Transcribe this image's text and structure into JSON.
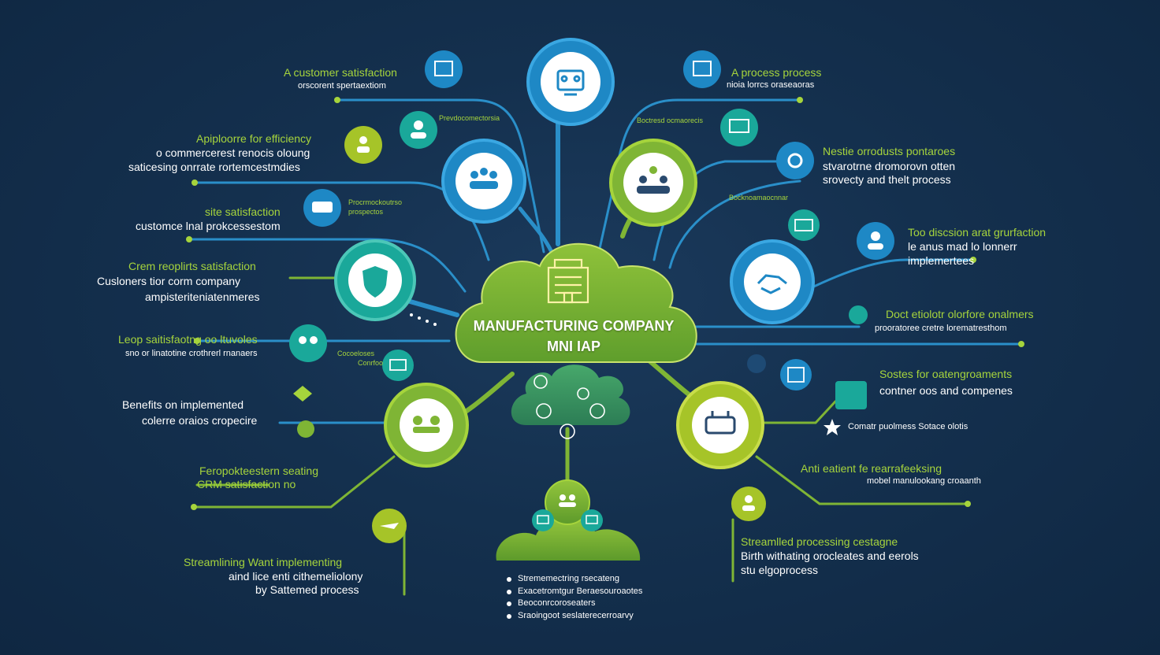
{
  "center": {
    "title": "MANUFACTURING COMPANY",
    "subtitle": "MNI IAP"
  },
  "labels": {
    "tl1_title": "A customer satisfaction",
    "tl1_sub": "orscorent spertaextiom",
    "tl_small1": "Prevdocomectorsia",
    "tl2_title": "Apiploorre for efficiency",
    "tl2_sub1": "o commercerest renocis oloung",
    "tl2_sub2": "saticesing onrrate rortemcestmdies",
    "tl3_title": "site satisfaction",
    "tl3_sub": "customce lnal prokcessestom",
    "tl_small2a": "Procrmockoutrso",
    "tl_small2b": "prospectos",
    "l4_title": "Crem reoplirts satisfaction",
    "l4_sub1": "Cusloners tior corm company",
    "l4_sub2": "ampisteriteniatenmeres",
    "l5_title": "Leop saitisfaotng oo ltuvoles",
    "l5_sub": "sno or linatotine crothrerl rnanaers",
    "l_small5a": "Cocoeloses",
    "l_small5b": "Conrfoo",
    "l6_title": "Benefits on implemented",
    "l6_sub": "colerre oraios cropecire",
    "l7_title": "Feropokteestern seating",
    "l7_sub": "CRM satisfaction no",
    "l8_title": "Streamlining Want implementing",
    "l8_sub1": "aind lice enti cithemeliolony",
    "l8_sub2": "by Sattemed process",
    "tr1_title": "A process process",
    "tr1_sub": "nioia lorrcs oraseaoras",
    "tr_small1": "Boctresd ocmaorecis",
    "tr2_title": "Nestie orrodusts pontaroes",
    "tr2_sub1": "stvarotrne dromorovn otten",
    "tr2_sub2": "srovecty and thelt process",
    "tr_small2": "Bocknoamaocnnar",
    "tr3_title": "Too discsion arat grurfaction",
    "tr3_sub1": "le anus mad lo lonnerr",
    "tr3_sub2": "implemertees",
    "r4_title": "Doct etiolotr olorfore onalmers",
    "r4_sub": "prooratoree cretre lorematresthom",
    "r5_title": "Sostes for oatengroaments",
    "r5_sub": "contner oos and compenes",
    "r5_small": "Comatr puolmess Sotace olotis",
    "r6_title": "Anti eatient fe rearrafeeksing",
    "r6_sub": "mobel manulookang croaanth",
    "r7_title": "Streamlled processing cestagne",
    "r7_sub1": "Birth withating orocleates and eerols",
    "r7_sub2": "stu elgoprocess"
  },
  "bullets": [
    "Strememectring rsecateng",
    "Exacetromtgur Beraesouroaotes",
    "Beoconrcoroseaters",
    "Sraoingoot seslaterecerroarvy"
  ],
  "icons": {
    "hub1": "robot-workstation-icon",
    "hub2": "team-icon",
    "hub3": "collaboration-gears-icon",
    "hub4": "shield-check-icon",
    "hub5": "handshake-icon",
    "hub6": "gears-people-icon",
    "hub7": "factory-machine-icon",
    "cloud": "factory-building-icon"
  },
  "colors": {
    "background": "#14304e",
    "green": "#7fb535",
    "lime": "#a6d43c",
    "blue": "#1e88c5",
    "teal": "#1aa89a",
    "text_green": "#a6d43c"
  }
}
